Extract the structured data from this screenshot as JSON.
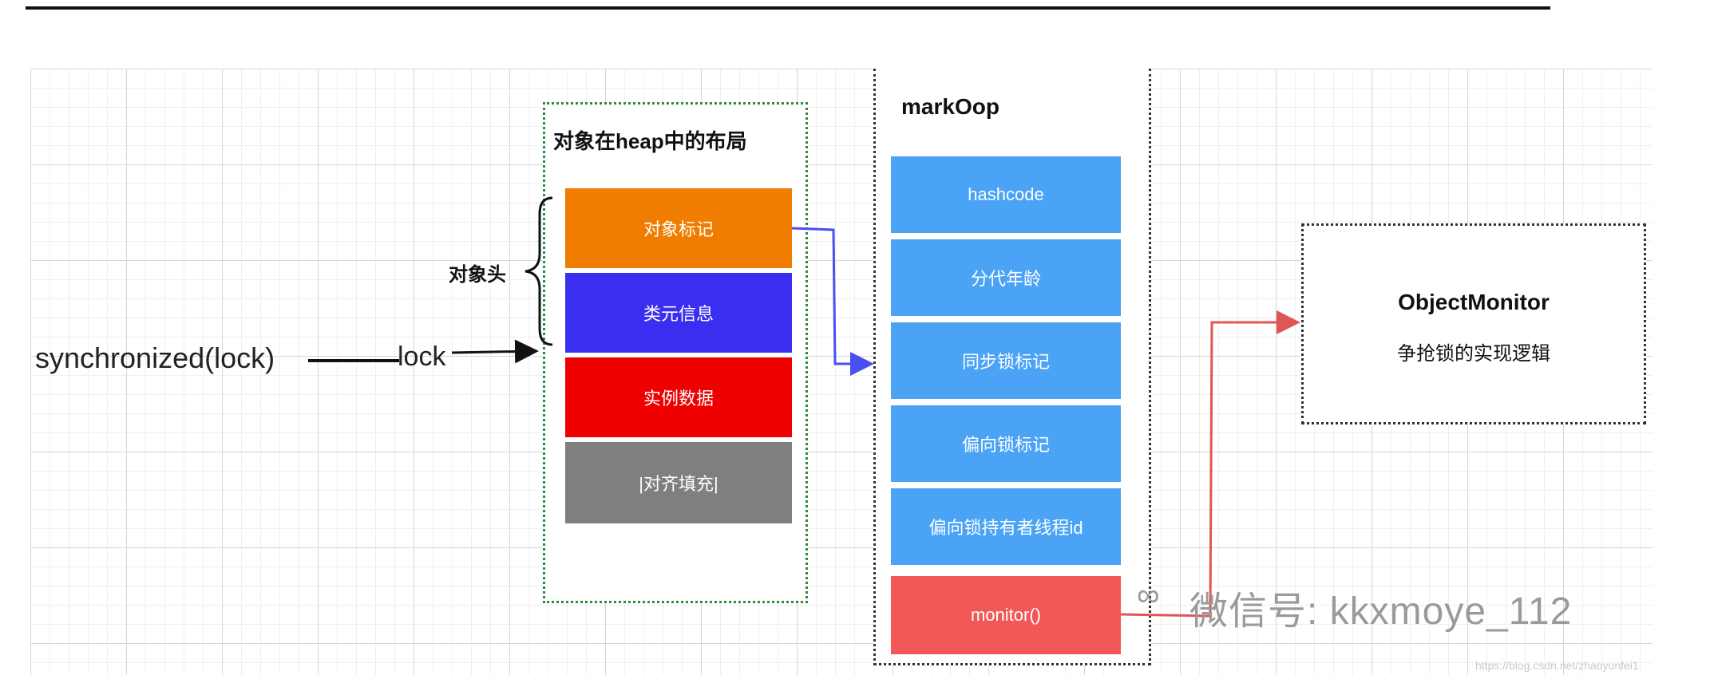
{
  "left_label": "synchronized(lock)",
  "lock_label": "lock",
  "object_header_label": "对象头",
  "heap": {
    "title": "对象在heap中的布局",
    "cells": [
      {
        "label": "对象标记",
        "color": "#f07c00"
      },
      {
        "label": "类元信息",
        "color": "#3a2ff0"
      },
      {
        "label": "实例数据",
        "color": "#ee0000"
      },
      {
        "label": "|对齐填充|",
        "color": "#7f7f7f"
      }
    ]
  },
  "markoop": {
    "title": "markOop",
    "cells": [
      {
        "label": "hashcode",
        "color": "#4aa3f5"
      },
      {
        "label": "分代年龄",
        "color": "#4aa3f5"
      },
      {
        "label": "同步锁标记",
        "color": "#4aa3f5"
      },
      {
        "label": "偏向锁标记",
        "color": "#4aa3f5"
      },
      {
        "label": "偏向锁持有者线程id",
        "color": "#4aa3f5"
      },
      {
        "label": "monitor()",
        "color": "#f25858"
      }
    ]
  },
  "object_monitor": {
    "title": "ObjectMonitor",
    "subtitle": "争抢锁的实现逻辑"
  },
  "watermark": "微信号: kkxmoye_112",
  "url_watermark": "https://blog.csdn.net/zhaoyunfei1"
}
